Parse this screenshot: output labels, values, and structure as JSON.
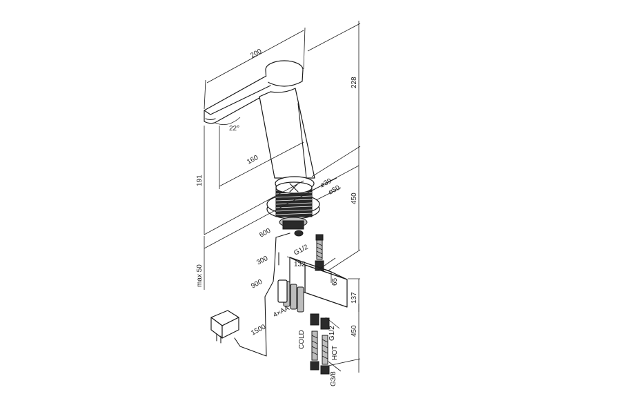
{
  "labels": {
    "spout_length": "200",
    "height": "228",
    "angle": "22°",
    "reach": "160",
    "spout_clearance": "191",
    "dia_39": "ø39",
    "dia_50": "ø50",
    "shank_length": "450",
    "cable_600": "600",
    "thread_top": "G1/2",
    "cable_300": "300",
    "box_width": "132",
    "box_depth": "65",
    "max_50": "max 50",
    "cable_900": "900",
    "box_height": "137",
    "batteries": "4×AA",
    "hose_length": "450",
    "thread_inlet": "G1/2",
    "cable_1500": "1500",
    "cold": "COLD",
    "hot": "HOT",
    "thread_hose": "G3/8"
  }
}
